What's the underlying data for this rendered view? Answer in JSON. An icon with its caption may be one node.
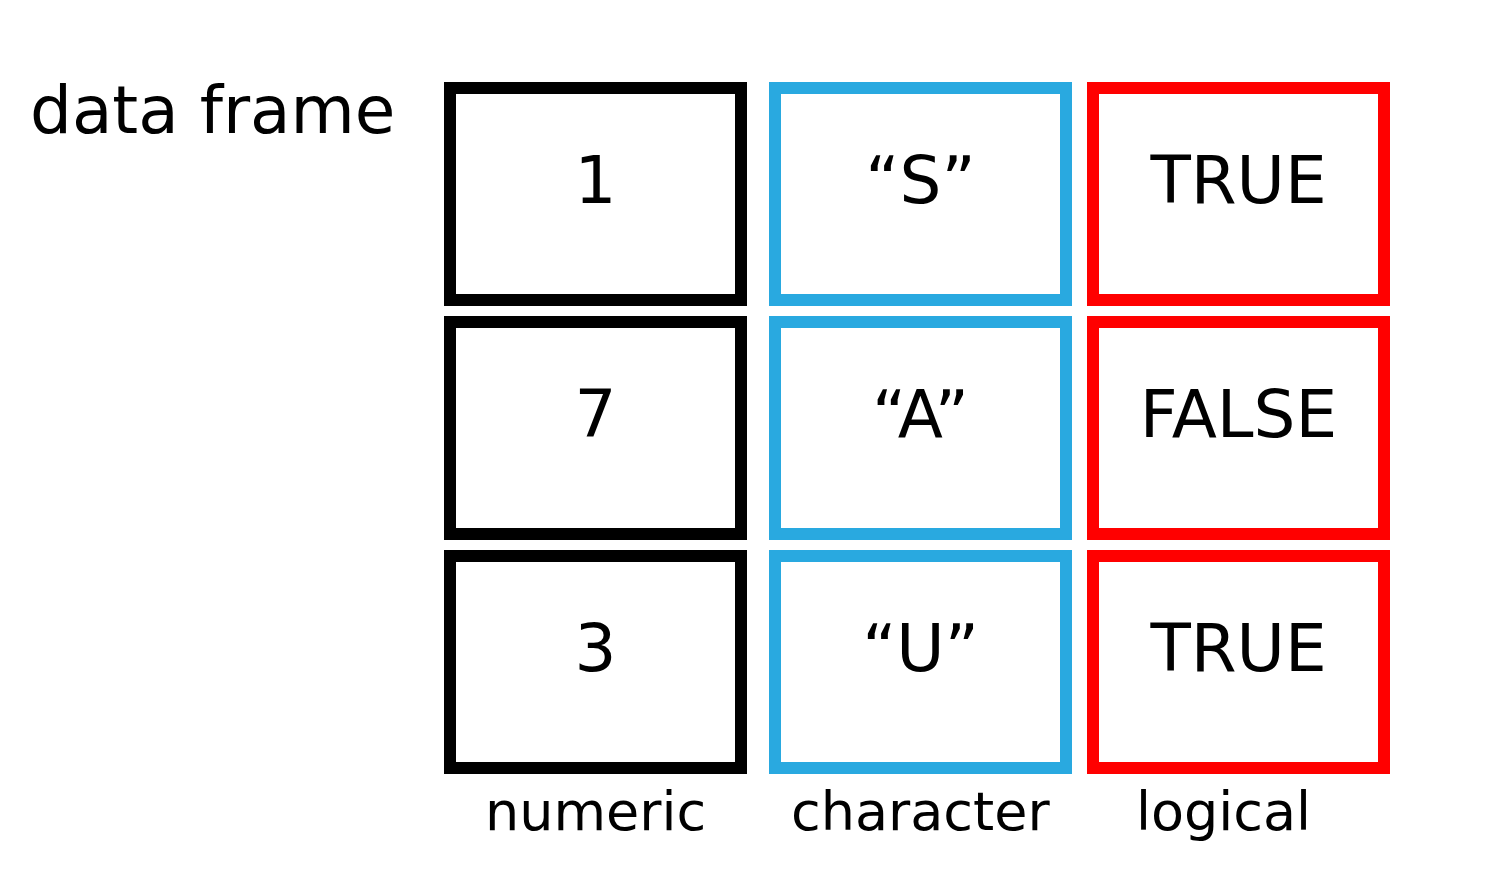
{
  "diagram": {
    "title": "data frame",
    "nodes": [
      {
        "text": [
          "1"
        ]
      },
      {
        "text": [
          "“S”"
        ]
      },
      {
        "text": [
          "TRUE"
        ]
      },
      {
        "text": [
          "7"
        ]
      },
      {
        "text": [
          "“A”"
        ]
      },
      {
        "text": [
          "FALSE"
        ]
      },
      {
        "text": [
          "3"
        ]
      },
      {
        "text": [
          "“U”"
        ]
      },
      {
        "text": [
          "TRUE"
        ]
      }
    ],
    "labels": [
      "numeric",
      "character",
      "logical"
    ]
  }
}
